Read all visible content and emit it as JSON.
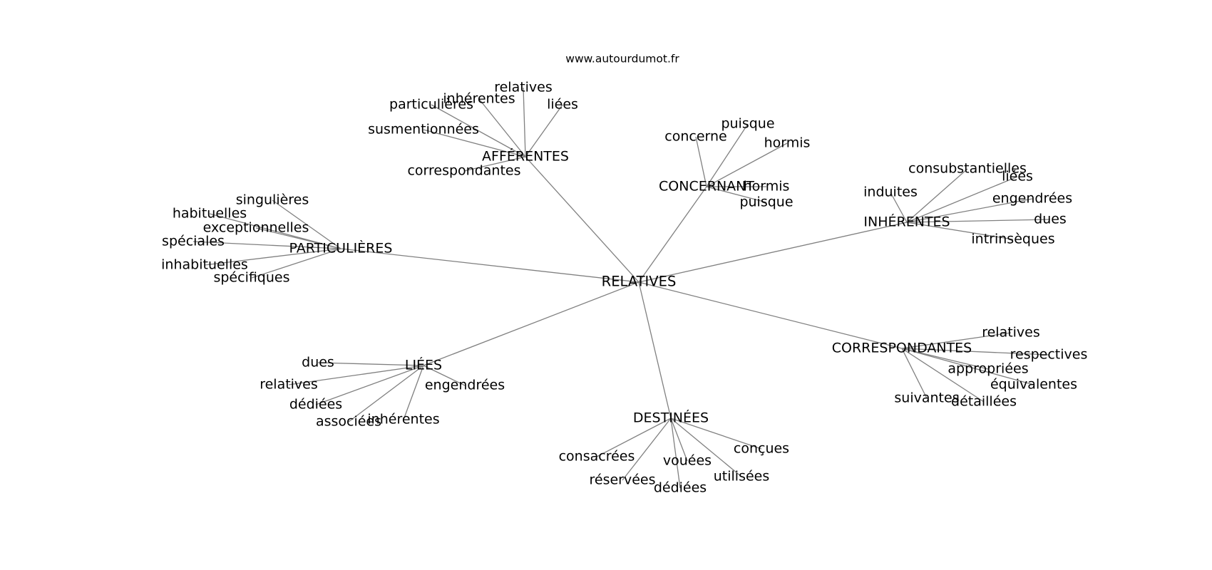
{
  "source_label": "www.autourdumot.fr",
  "center": {
    "label": "RELATIVES"
  },
  "hubs": [
    {
      "id": "afferentes",
      "label": "AFFÉRENTES",
      "leaves": [
        "relatives",
        "inhérentes",
        "particulières",
        "liées",
        "susmentionnées",
        "correspondantes"
      ]
    },
    {
      "id": "concernant",
      "label": "CONCERNANT",
      "leaves": [
        "puisque",
        "concerne",
        "hormis",
        "hormis",
        "puisque"
      ]
    },
    {
      "id": "inherentes",
      "label": "INHÉRENTES",
      "leaves": [
        "consubstantielles",
        "liées",
        "induites",
        "engendrées",
        "dues",
        "intrinsèques"
      ]
    },
    {
      "id": "particulieres",
      "label": "PARTICULIÈRES",
      "leaves": [
        "singulières",
        "habituelles",
        "exceptionnelles",
        "spéciales",
        "inhabituelles",
        "spécifiques"
      ]
    },
    {
      "id": "liees",
      "label": "LIÉES",
      "leaves": [
        "dues",
        "relatives",
        "engendrées",
        "dédiées",
        "associées",
        "inhérentes"
      ]
    },
    {
      "id": "destinees",
      "label": "DESTINÉES",
      "leaves": [
        "consacrées",
        "conçues",
        "vouées",
        "réservées",
        "utilisées",
        "dédiées"
      ]
    },
    {
      "id": "correspondantes",
      "label": "CORRESPONDANTES",
      "leaves": [
        "relatives",
        "respectives",
        "appropriées",
        "équivalentes",
        "suivantes",
        "détaillées"
      ]
    }
  ]
}
